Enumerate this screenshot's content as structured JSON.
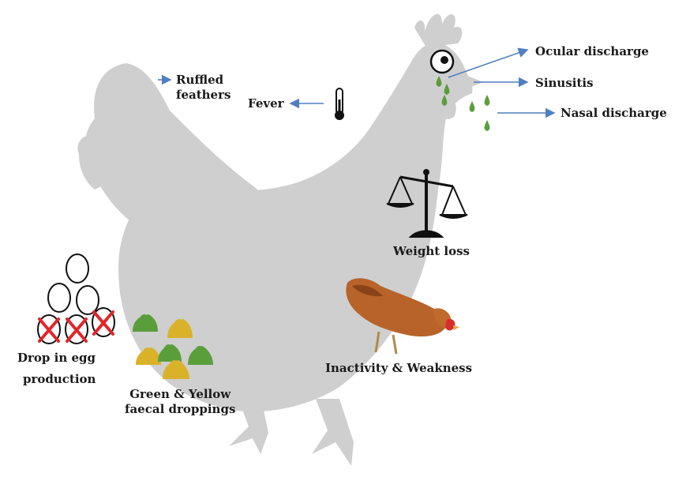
{
  "labels": {
    "ruffled_line1": "Ruffled",
    "ruffled_line2": "feathers",
    "fever": "Fever",
    "ocular": "Ocular discharge",
    "sinusitis": "Sinusitis",
    "nasal": "Nasal discharge",
    "weight": "Weight loss",
    "inactivity": "Inactivity & Weakness",
    "egg_line1": "Drop in egg",
    "egg_line2": "production",
    "faecal_line1": "Green & Yellow",
    "faecal_line2": "faecal droppings"
  },
  "colors": {
    "silhouette": "#cfcfcf",
    "arrow": "#4f7fbf",
    "green_drop": "#5a9e3c",
    "yellow_dropping": "#d9b22a",
    "cross": "#e0262b",
    "text": "#1a1a1a"
  },
  "icons": [
    "thermometer-icon",
    "eye-icon",
    "scale-icon",
    "hen-icon",
    "egg-icon",
    "dropping-icon"
  ]
}
